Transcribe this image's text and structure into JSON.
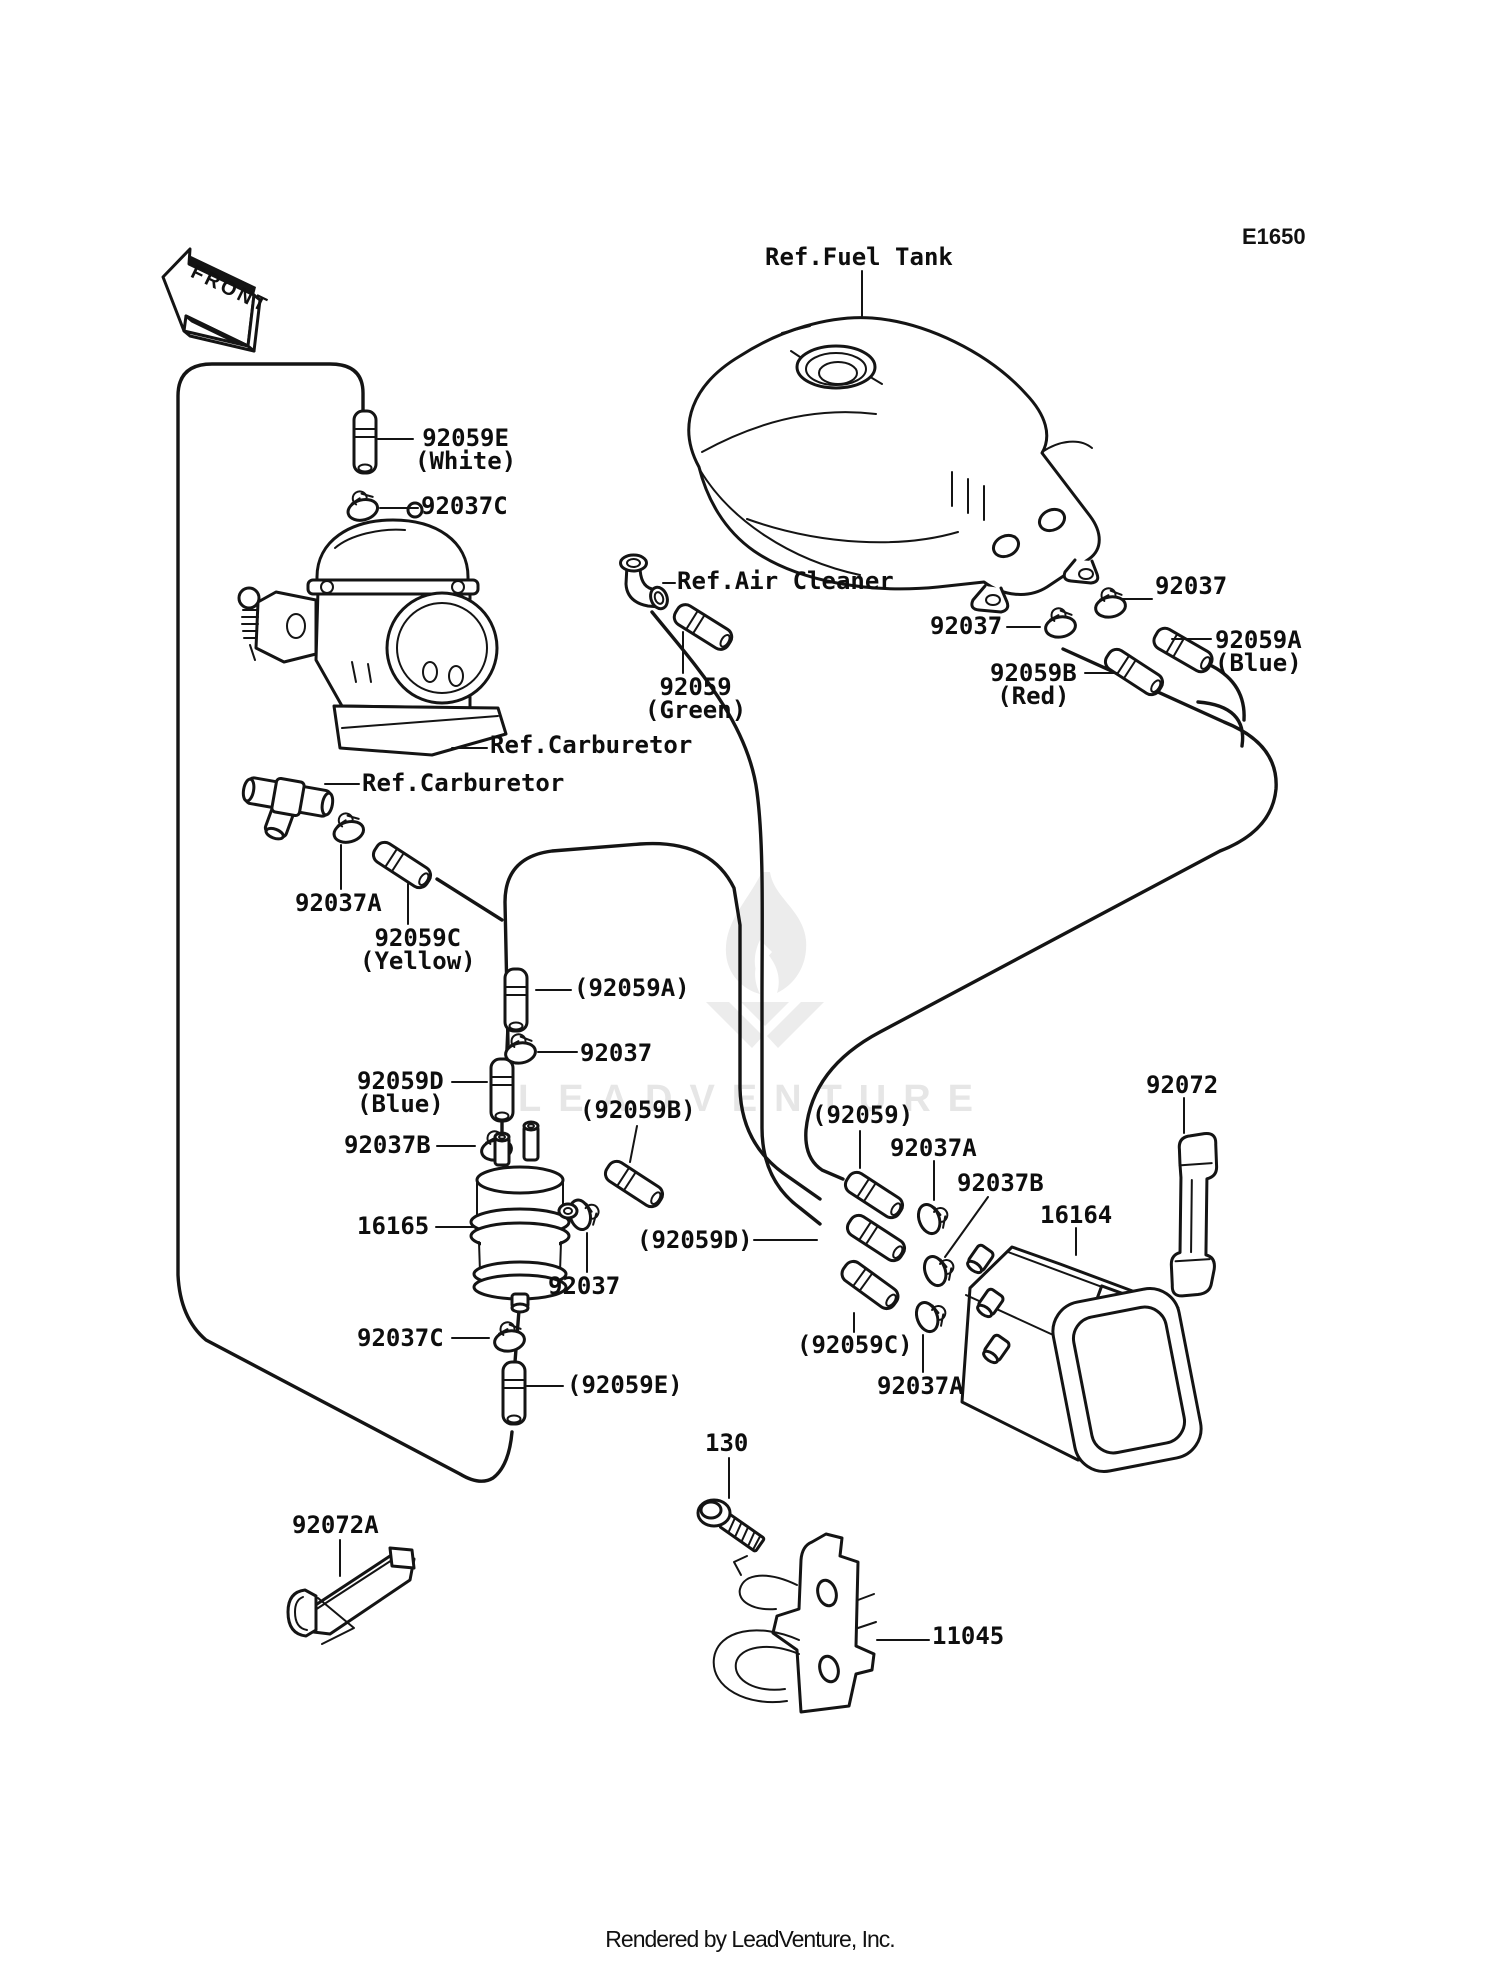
{
  "diagram": {
    "page_code": "E1650",
    "front_label": "FRONT",
    "watermark": "LEADVENTURE",
    "footer": "Rendered by LeadVenture, Inc."
  },
  "labels": {
    "ref_fuel_tank": {
      "l1": "Ref.Fuel Tank"
    },
    "e92059e": {
      "l1": "92059E",
      "l2": "(White)"
    },
    "c92037c_top": {
      "l1": "92037C"
    },
    "ref_air_cleaner": {
      "l1": "Ref.Air Cleaner"
    },
    "g92059_green": {
      "l1": "92059",
      "l2": "(Green)"
    },
    "ref_carburetor_upper": {
      "l1": "Ref.Carburetor"
    },
    "ref_carburetor_lower": {
      "l1": "Ref.Carburetor"
    },
    "r92037_left": {
      "l1": "92037"
    },
    "r92037_right": {
      "l1": "92037"
    },
    "a92059a_blue": {
      "l1": "92059A",
      "l2": "(Blue)"
    },
    "b92059b_red": {
      "l1": "92059B",
      "l2": "(Red)"
    },
    "a92037a_carb": {
      "l1": "92037A"
    },
    "c92059c_yellow": {
      "l1": "92059C",
      "l2": "(Yellow)"
    },
    "p92059a": {
      "l1": "(92059A)"
    },
    "m92037_mid": {
      "l1": "92037"
    },
    "d92059d_blue": {
      "l1": "92059D",
      "l2": "(Blue)"
    },
    "b92037b_left": {
      "l1": "92037B"
    },
    "p92059b": {
      "l1": "(92059B)"
    },
    "f16165": {
      "l1": "16165"
    },
    "p92059": {
      "l1": "(92059)"
    },
    "a92037a_canister": {
      "l1": "92037A"
    },
    "b92037b_canister": {
      "l1": "92037B"
    },
    "c16164": {
      "l1": "16164"
    },
    "s92072": {
      "l1": "92072"
    },
    "p92059d": {
      "l1": "(92059D)"
    },
    "f92037_filter": {
      "l1": "92037"
    },
    "c92037c_bottom": {
      "l1": "92037C"
    },
    "p92059e": {
      "l1": "(92059E)"
    },
    "p92059c": {
      "l1": "(92059C)"
    },
    "a92037a_bottom": {
      "l1": "92037A"
    },
    "s92072a": {
      "l1": "92072A"
    },
    "bolt_130": {
      "l1": "130"
    },
    "bracket_11045": {
      "l1": "11045"
    }
  }
}
